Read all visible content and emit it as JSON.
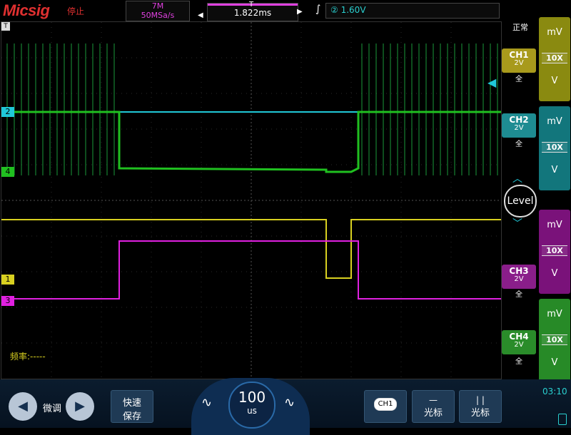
{
  "header": {
    "brand": "Micsig",
    "run_state": "停止",
    "memory_depth": "7M",
    "sample_rate": "50MSa/s",
    "trigger_pos": "1.822ms",
    "trigger_source": "②",
    "trigger_level": "1.60V"
  },
  "right_panel": {
    "mode": "正常",
    "level_label": "Level",
    "channels": [
      {
        "name": "CH1",
        "volts": "2V",
        "coupling": "全",
        "color": "#a89a1c"
      },
      {
        "name": "CH2",
        "volts": "2V",
        "coupling": "全",
        "color": "#1e8c92"
      },
      {
        "name": "CH3",
        "volts": "2V",
        "coupling": "全",
        "color": "#8a1e8a"
      },
      {
        "name": "CH4",
        "volts": "2V",
        "coupling": "全",
        "color": "#2a8c2a"
      }
    ],
    "scales": [
      {
        "unit": "mV",
        "probe": "10X",
        "volt": "V",
        "color": "#8a8a10"
      },
      {
        "unit": "mV",
        "probe": "10X",
        "volt": "V",
        "color": "#12767c"
      },
      {
        "unit": "mV",
        "probe": "10X",
        "volt": "V",
        "color": "#7a127a"
      },
      {
        "unit": "mV",
        "probe": "10X",
        "volt": "V",
        "color": "#278a27"
      }
    ]
  },
  "screen": {
    "frequency_label": "频率:-----",
    "markers": [
      "2",
      "4",
      "1",
      "3"
    ]
  },
  "footer": {
    "fine_label": "微调",
    "quick_save": [
      "快速",
      "保存"
    ],
    "timebase_value": "100",
    "timebase_unit": "us",
    "ch_button": "CH1",
    "cursor_label": "光标",
    "measure_label": "光标",
    "clock": "03:10"
  },
  "colors": {
    "ch1": "#d8d020",
    "ch2": "#20c8d8",
    "ch3": "#e020e0",
    "ch4": "#20c020"
  }
}
